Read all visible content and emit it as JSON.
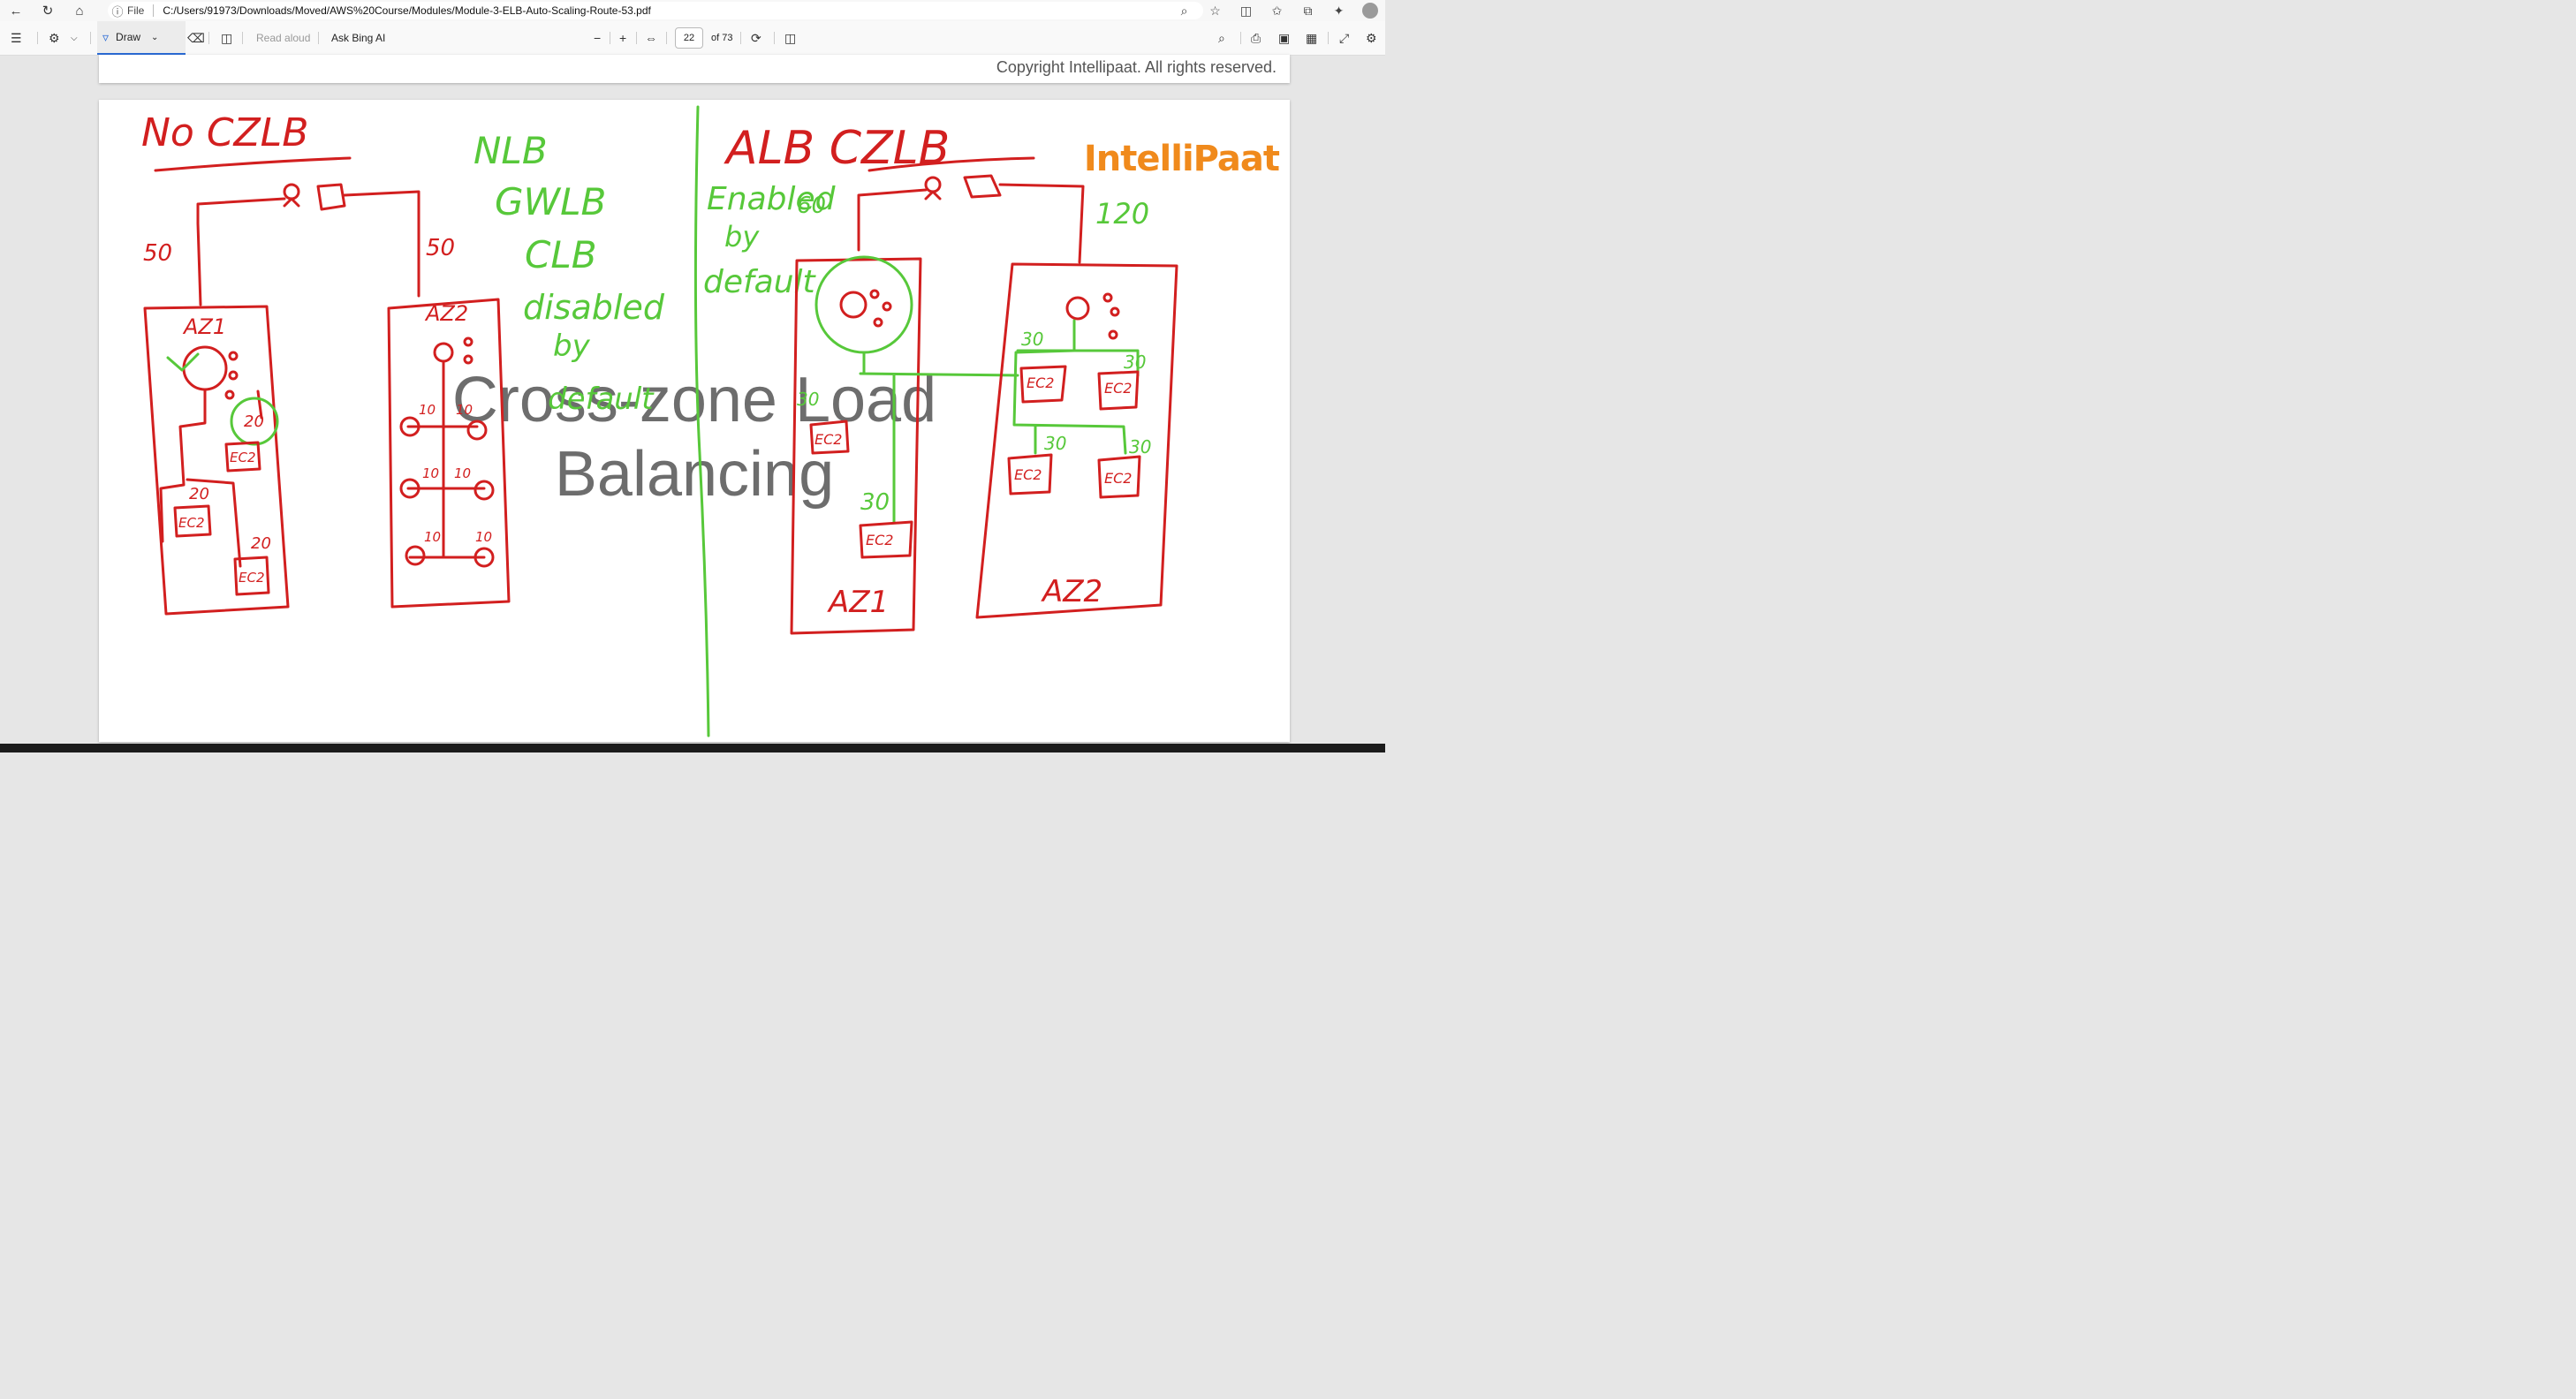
{
  "browser": {
    "file_label": "File",
    "url": "C:/Users/91973/Downloads/Moved/AWS%20Course/Modules/Module-3-ELB-Auto-Scaling-Route-53.pdf"
  },
  "toolbar": {
    "draw_label": "Draw",
    "read_aloud_label": "Read aloud",
    "ask_bing_label": "Ask Bing AI",
    "page_current": "22",
    "page_total": "of 73"
  },
  "page1": {
    "copyright": "Copyright Intellipaat. All rights reserved."
  },
  "slide": {
    "title_line1": "Cross-zone Load",
    "title_line2": "Balancing",
    "logo": "IntelliPaat"
  },
  "annotations": {
    "no_czlb": "No CZLB",
    "alb_czlb": "ALB CZLB",
    "nlb": "NLB",
    "gwlb": "GWLB",
    "clb": "CLB",
    "disabled_by_default": [
      "disabled",
      "by",
      "default"
    ],
    "enabled_by_default": [
      "Enabled",
      "by",
      "default"
    ],
    "left_split": [
      "50",
      "50"
    ],
    "right_split": [
      "60",
      "120"
    ],
    "az1": "AZ1",
    "az2": "AZ2",
    "ec2": "EC2",
    "w20": "20",
    "w10": "10",
    "w30": "30"
  },
  "colors": {
    "ink_red": "#d21f1f",
    "ink_green": "#57c83a",
    "brand_orange": "#f08a1c"
  }
}
